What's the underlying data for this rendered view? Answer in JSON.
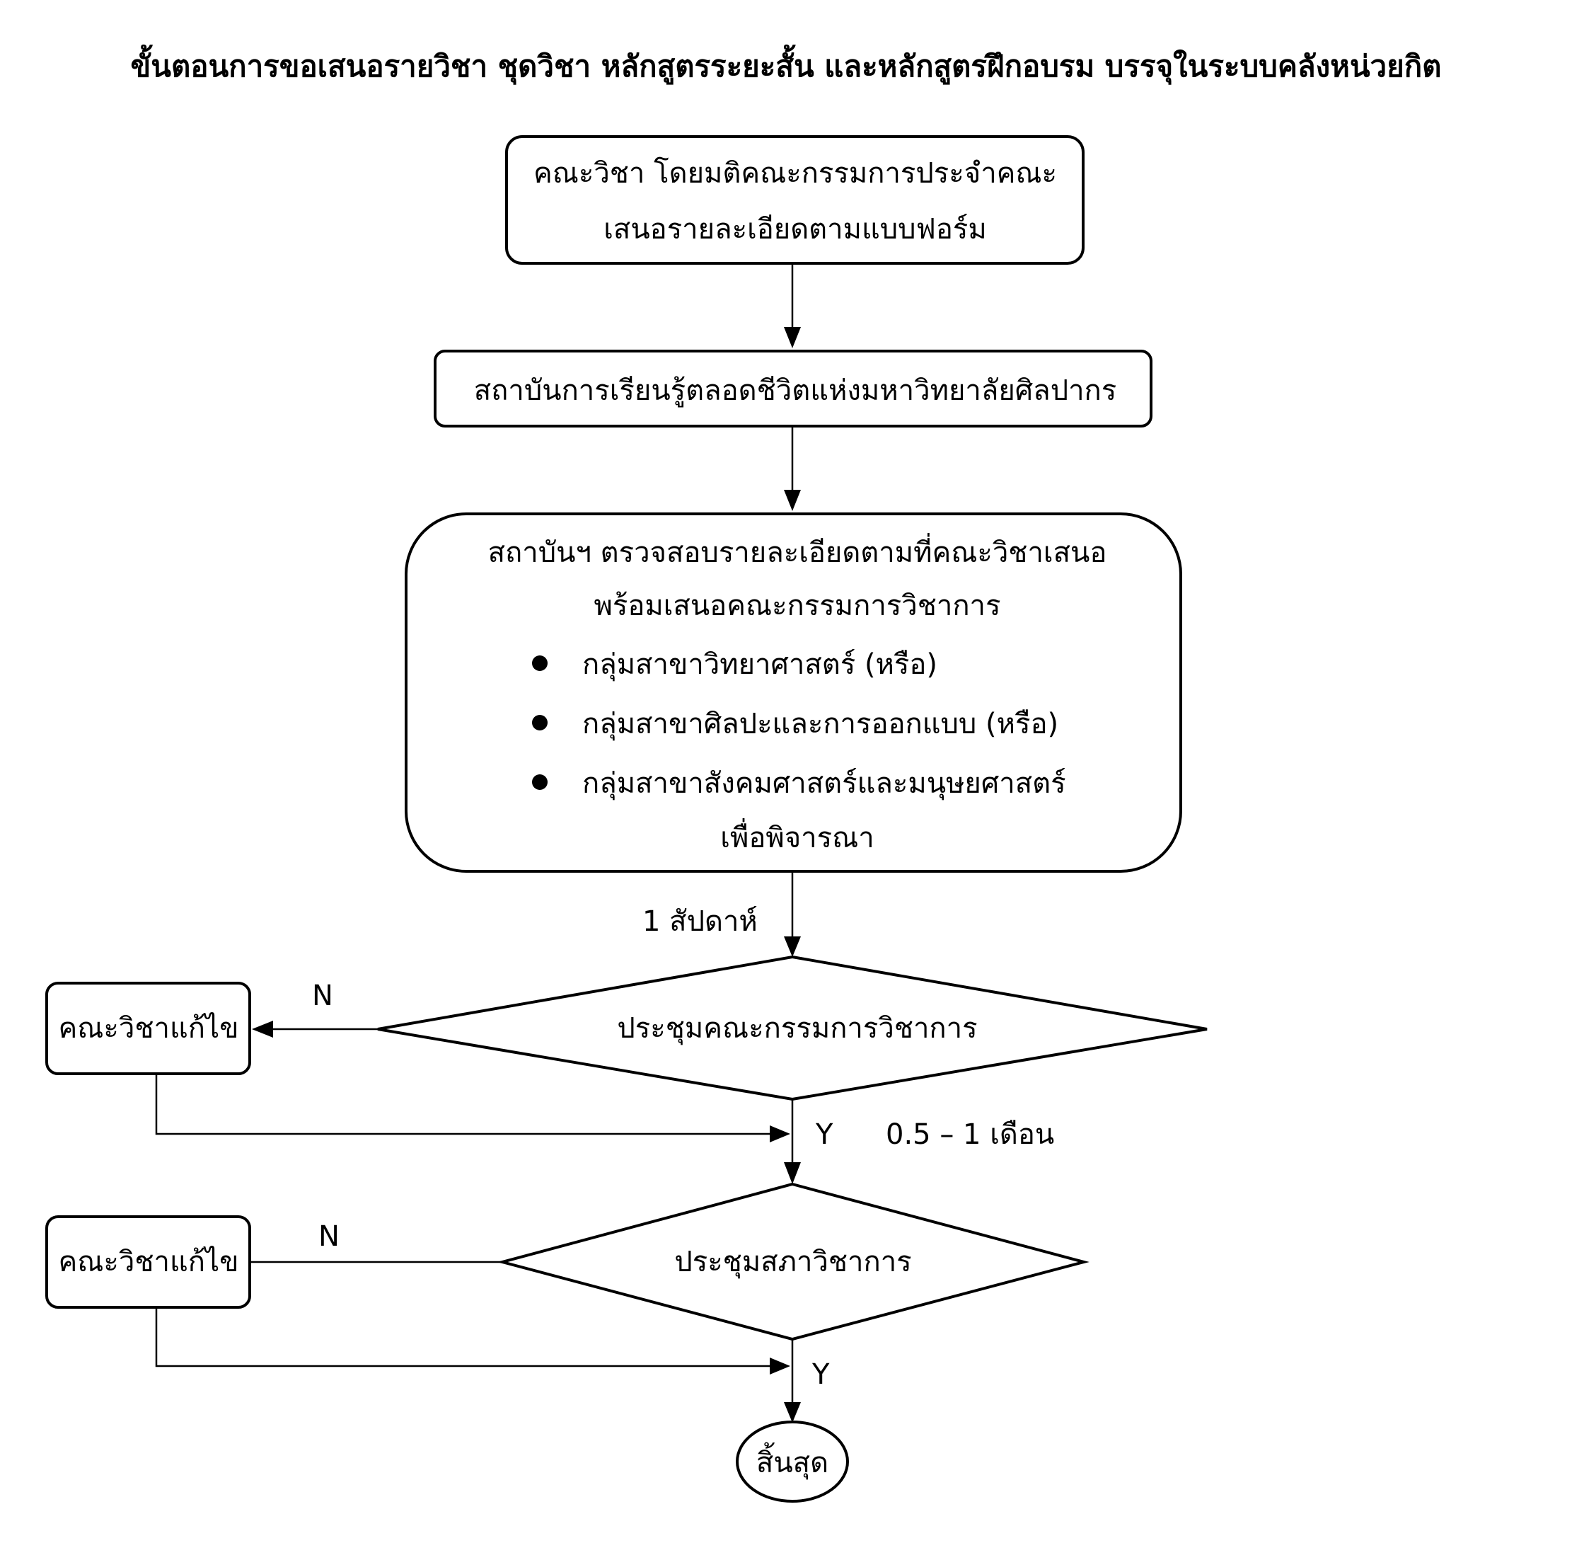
{
  "title": "ขั้นตอนการขอเสนอรายวิชา ชุดวิชา หลักสูตรระยะสั้น และหลักสูตรฝึกอบรม บรรจุในระบบคลังหน่วยกิต",
  "nodes": {
    "step1": {
      "line1": "คณะวิชา โดยมติคณะกรรมการประจำคณะ",
      "line2": "เสนอรายละเอียดตามแบบฟอร์ม"
    },
    "step2": {
      "line1": "สถาบันการเรียนรู้ตลอดชีวิตแห่งมหาวิทยาลัยศิลปากร"
    },
    "step3": {
      "line1": "สถาบันฯ ตรวจสอบรายละเอียดตามที่คณะวิชาเสนอ",
      "line2": "พร้อมเสนอคณะกรรมการวิชาการ",
      "bullets": [
        "กลุ่มสาขาวิทยาศาสตร์ (หรือ)",
        "กลุ่มสาขาศิลปะและการออกแบบ (หรือ)",
        "กลุ่มสาขาสังคมศาสตร์และมนุษยศาสตร์"
      ],
      "line_last": "เพื่อพิจารณา"
    },
    "decision1": {
      "label": "ประชุมคณะกรรมการวิชาการ"
    },
    "revise1": {
      "label": "คณะวิชาแก้ไข"
    },
    "decision2": {
      "label": "ประชุมสภาวิชาการ"
    },
    "revise2": {
      "label": "คณะวิชาแก้ไข"
    },
    "end": {
      "label": "สิ้นสุด"
    }
  },
  "edge_labels": {
    "duration1": "1 สัปดาห์",
    "no1": "N",
    "yes1": "Y",
    "duration2": "0.5 – 1 เดือน",
    "no2": "N",
    "yes2": "Y"
  }
}
